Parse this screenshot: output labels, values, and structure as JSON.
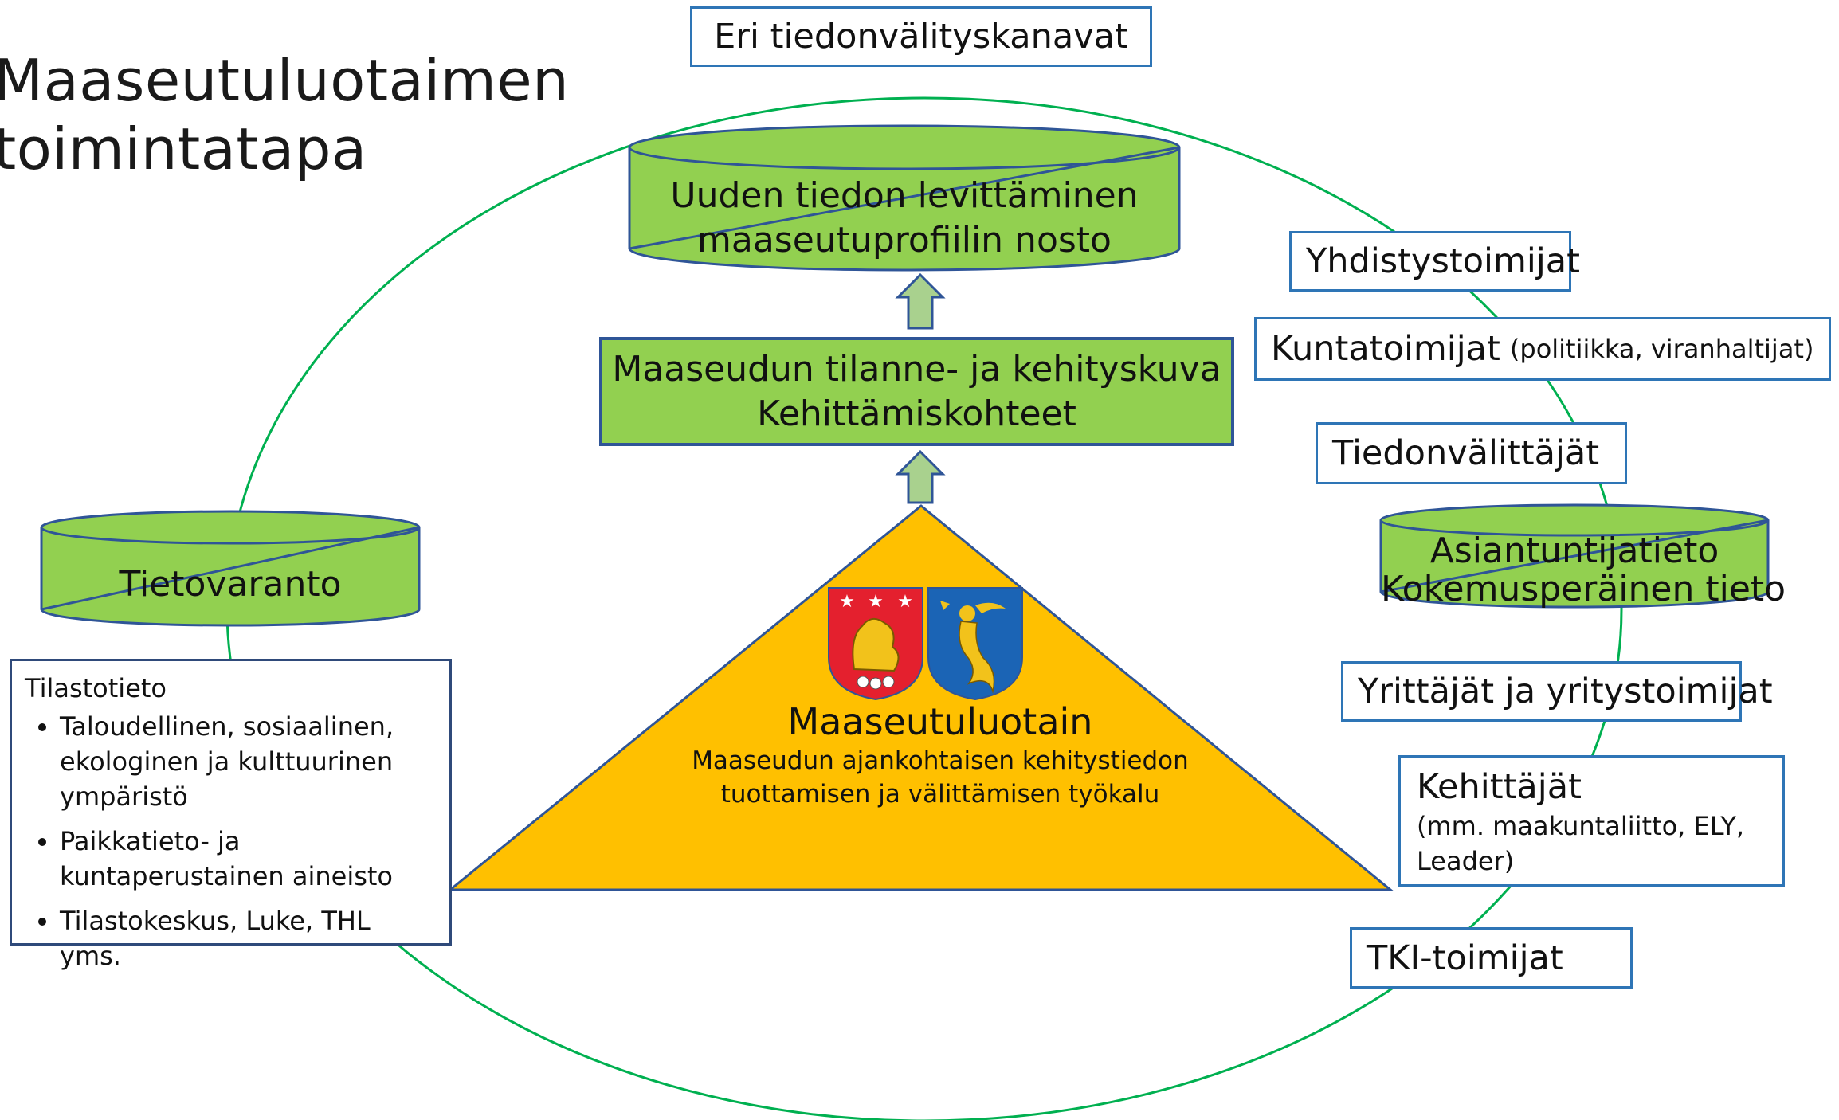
{
  "title": {
    "line1": "Maaseutuluotaimen",
    "line2": "toimintatapa"
  },
  "top_box": "Eri tiedonvälityskanavat",
  "top_cylinder": {
    "line1": "Uuden tiedon levittäminen",
    "line2": "maaseutuprofiilin nosto"
  },
  "middle_box": {
    "line1": "Maaseudun tilanne- ja kehityskuva",
    "line2": "Kehittämiskohteet"
  },
  "left_cylinder": "Tietovaranto",
  "stats": {
    "heading": "Tilastotieto",
    "items": [
      "Taloudellinen, sosiaalinen, ekologinen ja kulttuurinen ympäristö",
      "Paikkatieto- ja kuntaperustainen aineisto",
      "Tilastokeskus, Luke, THL yms."
    ]
  },
  "triangle": {
    "name": "Maaseutuluotain",
    "desc_line1": "Maaseudun ajankohtaisen kehitystiedon",
    "desc_line2": "tuottamisen ja välittämisen työkalu"
  },
  "right": {
    "yhdistys": "Yhdistystoimijat",
    "kunta": "Kuntatoimijat",
    "kunta_note": "(politiikka, viranhaltijat)",
    "tiedonvalittajat": "Tiedonvälittäjät",
    "cylinder_line1": "Asiantuntijatieto",
    "cylinder_line2": "Kokemusperäinen tieto",
    "yrittajat": "Yrittäjät ja yritystoimijat",
    "kehittajat": "Kehittäjät",
    "kehittajat_note_line1": "(mm. maakuntaliitto, ELY,",
    "kehittajat_note_line2": "Leader)",
    "tki": "TKI-toimijat"
  },
  "colors": {
    "green_fill": "#92d050",
    "ellipse": "#00b050",
    "triangle": "#ffc000",
    "box_border": "#2e75b6",
    "dark_border": "#2f5597"
  }
}
